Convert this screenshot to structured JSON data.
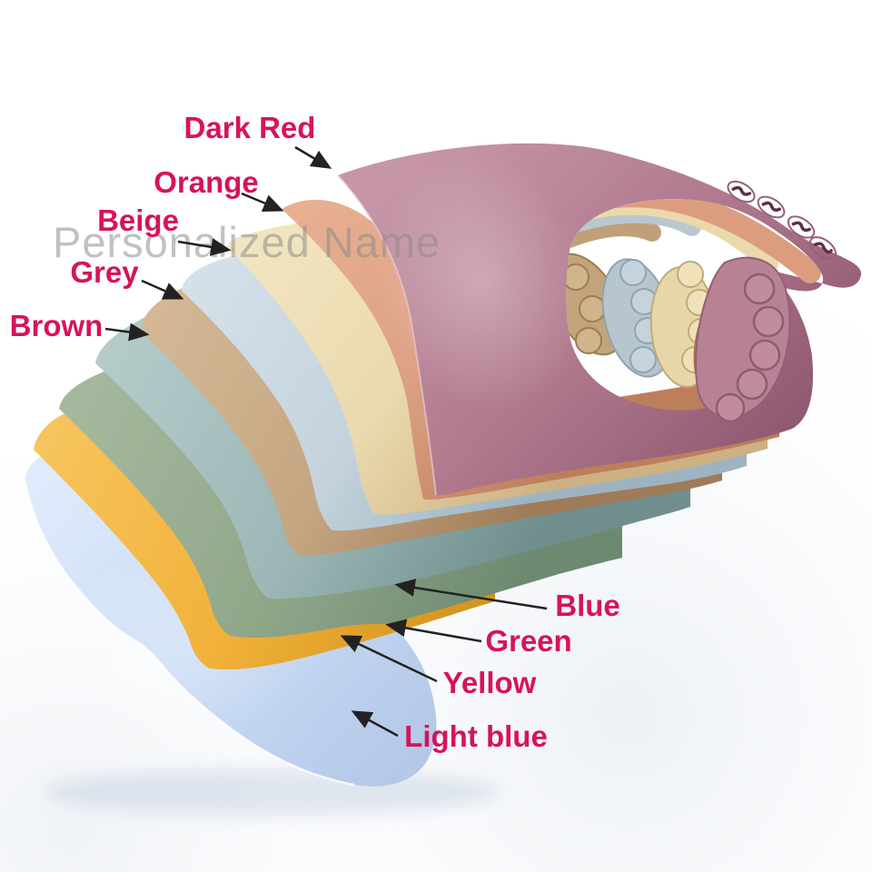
{
  "scene": {
    "description": "Fanned stack of nine silicone baby bibs photographed on white, annotated with color names",
    "background_color": "#ffffff"
  },
  "watermark": {
    "text": "Personalized Name",
    "color": "#8a8a8a"
  },
  "label_style": {
    "color": "#d6135c",
    "arrow_color": "#222222"
  },
  "bibs": [
    {
      "name": "Dark Red",
      "color": "#b17a8e"
    },
    {
      "name": "Orange",
      "color": "#dda083"
    },
    {
      "name": "Beige",
      "color": "#ead9ae"
    },
    {
      "name": "Grey",
      "color": "#c3d2dc"
    },
    {
      "name": "Brown",
      "color": "#c4a581"
    },
    {
      "name": "Blue",
      "color": "#9db7b6"
    },
    {
      "name": "Green",
      "color": "#91a78a"
    },
    {
      "name": "Yellow",
      "color": "#f2b23b"
    },
    {
      "name": "Light blue",
      "color": "#c9dbf5"
    }
  ]
}
